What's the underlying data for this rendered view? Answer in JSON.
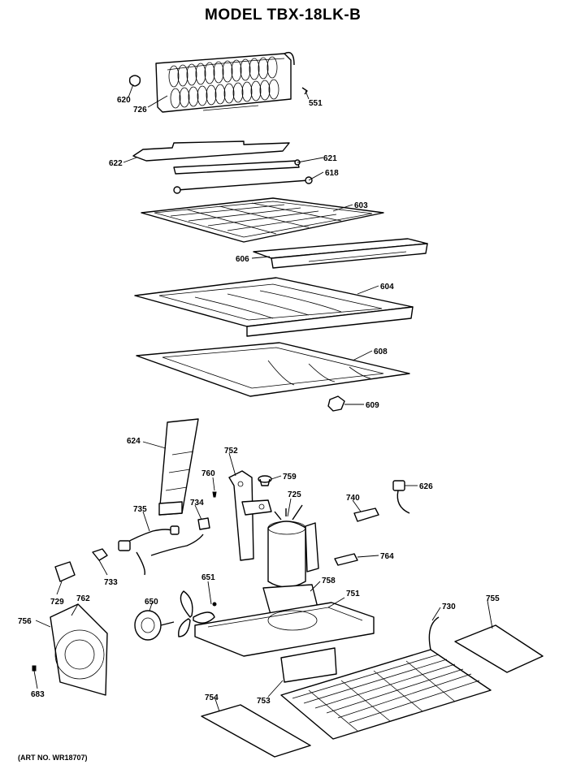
{
  "title": "MODEL TBX-18LK-B",
  "art_number": "(ART NO. WR18707)",
  "callouts": {
    "p620": "620",
    "p726": "726",
    "p551": "551",
    "p622": "622",
    "p621": "621",
    "p618": "618",
    "p603": "603",
    "p606": "606",
    "p604": "604",
    "p608": "608",
    "p609": "609",
    "p624": "624",
    "p752": "752",
    "p760": "760",
    "p759": "759",
    "p725": "725",
    "p740": "740",
    "p626": "626",
    "p735": "735",
    "p734": "734",
    "p764": "764",
    "p733": "733",
    "p729": "729",
    "p762": "762",
    "p651": "651",
    "p758": "758",
    "p751": "751",
    "p730": "730",
    "p755": "755",
    "p650": "650",
    "p756": "756",
    "p683": "683",
    "p754": "754",
    "p753": "753"
  }
}
